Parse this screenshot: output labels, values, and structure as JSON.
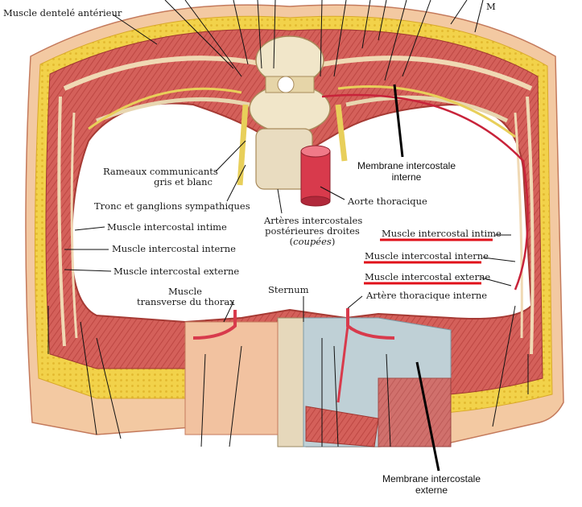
{
  "labels": {
    "serratus": "Muscle dentelé antérieur",
    "top_right_cut": "M",
    "rami": [
      "Rameaux communicants",
      "gris et blanc"
    ],
    "sympathetic": "Tronc et ganglions sympathiques",
    "left_innermost": "Muscle intercostal intime",
    "left_internal": "Muscle intercostal interne",
    "left_external": "Muscle intercostal externe",
    "transversus": [
      "Muscle",
      "transverse du thorax"
    ],
    "sternum": "Sternum",
    "arteries": [
      "Artères intercostales",
      "postérieures droites"
    ],
    "arteries_note": "coupées",
    "aorta": "Aorte thoracique",
    "internal_membrane": [
      "Membrane intercostale",
      "interne"
    ],
    "right_innermost": "Muscle intercostal intime",
    "right_internal": "Muscle intercostal interne",
    "right_external": "Muscle intercostal externe",
    "internal_thoracic": "Artère thoracique interne",
    "external_membrane": [
      "Membrane intercostale",
      "externe"
    ]
  },
  "colors": {
    "muscle": "#d4605a",
    "muscle_dark": "#b8413d",
    "fat": "#f2d24a",
    "skin": "#f3c9a2",
    "bone": "#f1e6c9",
    "aorta": "#d83a4c",
    "nerve": "#e8cf5a",
    "underline": "#e0101a"
  }
}
